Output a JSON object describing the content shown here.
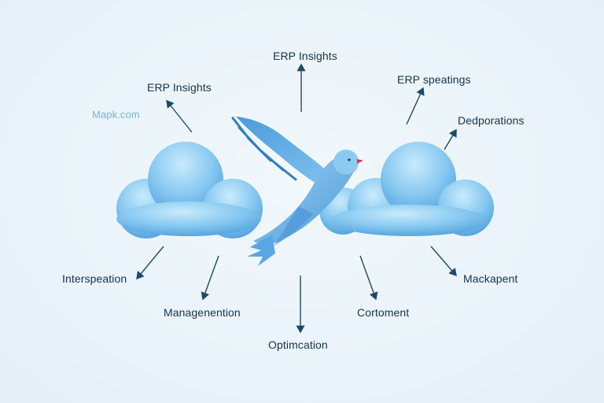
{
  "diagram": {
    "labels": {
      "top_center": "ERP Insights",
      "top_left": "ERP Insights",
      "top_right": "ERP speatings",
      "right_upper": "Dedporations",
      "watermark": "Mapk.com",
      "left_lower": "Interspeation",
      "bottom_left": "Managenention",
      "bottom_center": "Optimcation",
      "bottom_right": "Cortoment",
      "right_lower": "Mackapent"
    },
    "colors": {
      "cloud_light": "#bfe3f8",
      "cloud_mid": "#7fc4ee",
      "cloud_dark": "#4fa3de",
      "bird": "#6ab3e8",
      "bird_dark": "#3f8fcf",
      "beak": "#e0305a",
      "arrow": "#1e4a66",
      "text": "#16334a"
    }
  }
}
